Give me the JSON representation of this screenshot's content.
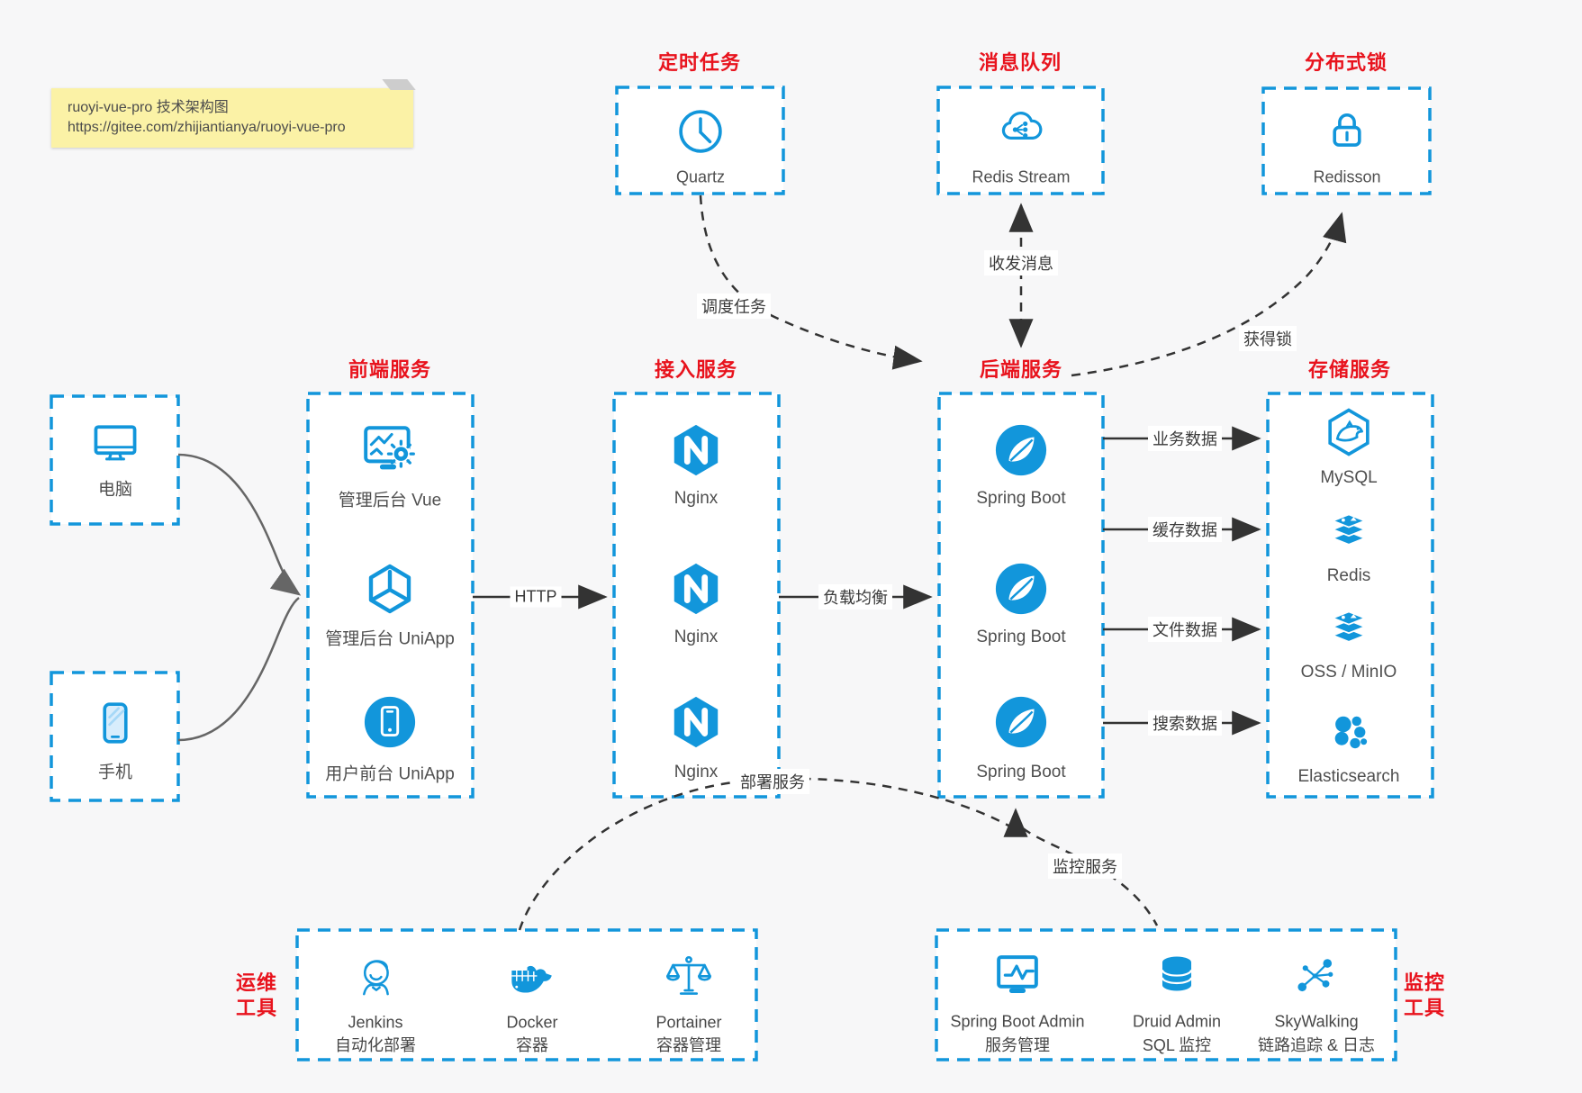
{
  "note": {
    "line1": "ruoyi-vue-pro 技术架构图",
    "line2": "https://gitee.com/zhijiantianya/ruoyi-vue-pro"
  },
  "colors": {
    "accent_blue": "#1296db",
    "title_red": "#e8131d",
    "arrow_dark": "#333333",
    "arrow_gray": "#666666",
    "note_yellow": "#fbf2a6",
    "background": "#f7f7f8"
  },
  "top_groups": [
    {
      "label": "定时任务",
      "item_name": "Quartz",
      "icon": "clock-icon"
    },
    {
      "label": "消息队列",
      "item_name": "Redis Stream",
      "icon": "mq-cloud-icon"
    },
    {
      "label": "分布式锁",
      "item_name": "Redisson",
      "icon": "lock-icon"
    }
  ],
  "clients": [
    {
      "name": "电脑",
      "icon": "desktop-icon"
    },
    {
      "name": "手机",
      "icon": "phone-icon"
    }
  ],
  "columns": [
    {
      "label": "前端服务",
      "items": [
        {
          "name": "管理后台 Vue",
          "icon": "admin-vue-icon"
        },
        {
          "name": "管理后台 UniApp",
          "icon": "uniapp-cube-icon"
        },
        {
          "name": "用户前台 UniApp",
          "icon": "mobile-app-icon"
        }
      ]
    },
    {
      "label": "接入服务",
      "items": [
        {
          "name": "Nginx",
          "icon": "nginx-icon"
        },
        {
          "name": "Nginx",
          "icon": "nginx-icon"
        },
        {
          "name": "Nginx",
          "icon": "nginx-icon"
        }
      ]
    },
    {
      "label": "后端服务",
      "items": [
        {
          "name": "Spring Boot",
          "icon": "spring-icon"
        },
        {
          "name": "Spring Boot",
          "icon": "spring-icon"
        },
        {
          "name": "Spring Boot",
          "icon": "spring-icon"
        }
      ]
    },
    {
      "label": "存储服务",
      "items": [
        {
          "name": "MySQL",
          "icon": "mysql-icon"
        },
        {
          "name": "Redis",
          "icon": "redis-stack-icon"
        },
        {
          "name": "OSS / MinIO",
          "icon": "oss-stack-icon"
        },
        {
          "name": "Elasticsearch",
          "icon": "elasticsearch-icon"
        }
      ]
    }
  ],
  "edges": {
    "http": "HTTP",
    "load_balance": "负载均衡",
    "schedule": "调度任务",
    "message": "收发消息",
    "lock": "获得锁",
    "business": "业务数据",
    "cache": "缓存数据",
    "file": "文件数据",
    "search": "搜索数据",
    "deploy": "部署服务",
    "monitor": "监控服务"
  },
  "bottom_groups": [
    {
      "label_line1": "运维",
      "label_line2": "工具",
      "items": [
        {
          "name": "Jenkins",
          "desc": "自动化部署",
          "icon": "jenkins-icon"
        },
        {
          "name": "Docker",
          "desc": "容器",
          "icon": "docker-icon"
        },
        {
          "name": "Portainer",
          "desc": "容器管理",
          "icon": "portainer-icon"
        }
      ]
    },
    {
      "label_line1": "监控",
      "label_line2": "工具",
      "items": [
        {
          "name": "Spring Boot Admin",
          "desc": "服务管理",
          "icon": "sb-admin-icon"
        },
        {
          "name": "Druid Admin",
          "desc": "SQL 监控",
          "icon": "druid-icon"
        },
        {
          "name": "SkyWalking",
          "desc": "链路追踪 & 日志",
          "icon": "skywalking-icon"
        }
      ]
    }
  ]
}
